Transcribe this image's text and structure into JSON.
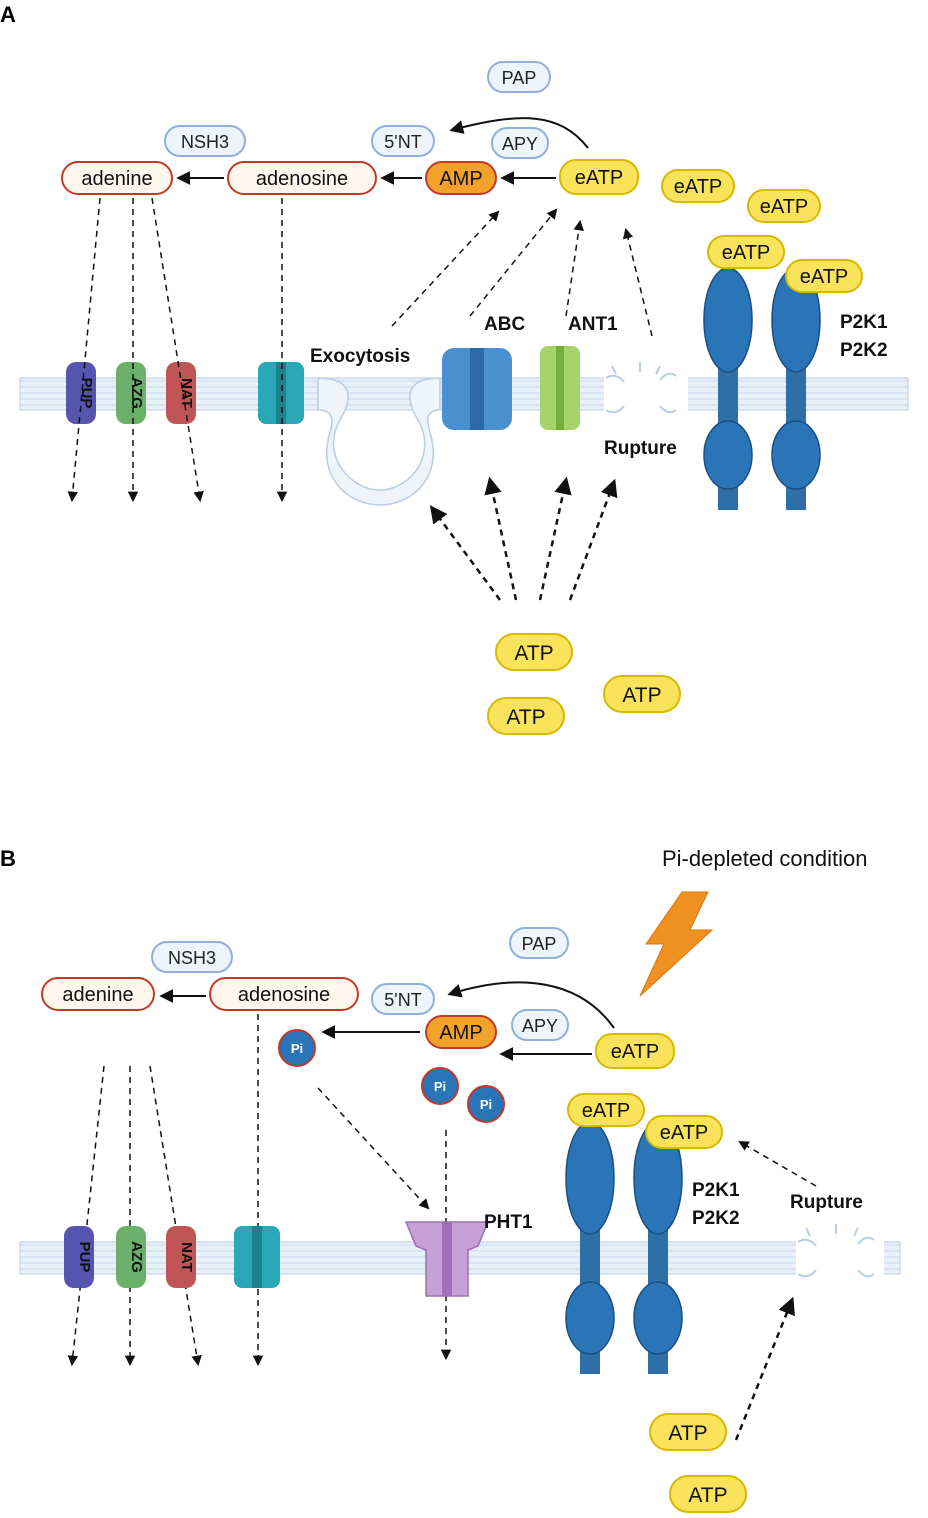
{
  "panel_a": {
    "letter": "A",
    "enzymes": {
      "pap": "PAP",
      "apy": "APY",
      "nt5": "5'NT",
      "nsh3": "NSH3"
    },
    "metabolites": {
      "adenine": "adenine",
      "adenosine": "adenosine",
      "amp": "AMP",
      "eatp": "eATP"
    },
    "receptor_eatp": [
      "eATP",
      "eATP",
      "eATP",
      "eATP"
    ],
    "transporters": {
      "pup": "PUP",
      "azg": "AZG",
      "nat": "NAT"
    },
    "labels": {
      "exocytosis": "Exocytosis",
      "abc": "ABC",
      "ant1": "ANT1",
      "rupture": "Rupture",
      "p2k1": "P2K1",
      "p2k2": "P2K2"
    },
    "atp": [
      "ATP",
      "ATP",
      "ATP"
    ]
  },
  "panel_b": {
    "letter": "B",
    "condition": "Pi-depleted condition",
    "enzymes": {
      "pap": "PAP",
      "apy": "APY",
      "nt5": "5'NT",
      "nsh3": "NSH3"
    },
    "metabolites": {
      "adenine": "adenine",
      "adenosine": "adenosine",
      "amp": "AMP",
      "eatp": "eATP"
    },
    "pi": [
      "Pi",
      "Pi",
      "Pi"
    ],
    "receptor_eatp": [
      "eATP",
      "eATP"
    ],
    "transporters": {
      "pup": "PUP",
      "azg": "AZG",
      "nat": "NAT"
    },
    "labels": {
      "pht1": "PHT1",
      "rupture": "Rupture",
      "p2k1": "P2K1",
      "p2k2": "P2K2"
    },
    "atp": [
      "ATP",
      "ATP"
    ]
  },
  "colors": {
    "eatp_fill": "#f8e35a",
    "eatp_stroke": "#d8b800",
    "amp_fill": "#f2a22a",
    "metabolite_stroke": "#c0392b",
    "enzyme_stroke": "#8fb0dc",
    "receptor": "#2a74b8",
    "pup": "#5555b0",
    "azg": "#6ab06a",
    "nat": "#c05555",
    "channel": "#2aa8b8",
    "abc": "#4a90d0",
    "ant1": "#a4d46a",
    "pht1": "#c8a0d8",
    "lightning": "#f09020",
    "pi": "#2a74b8"
  }
}
